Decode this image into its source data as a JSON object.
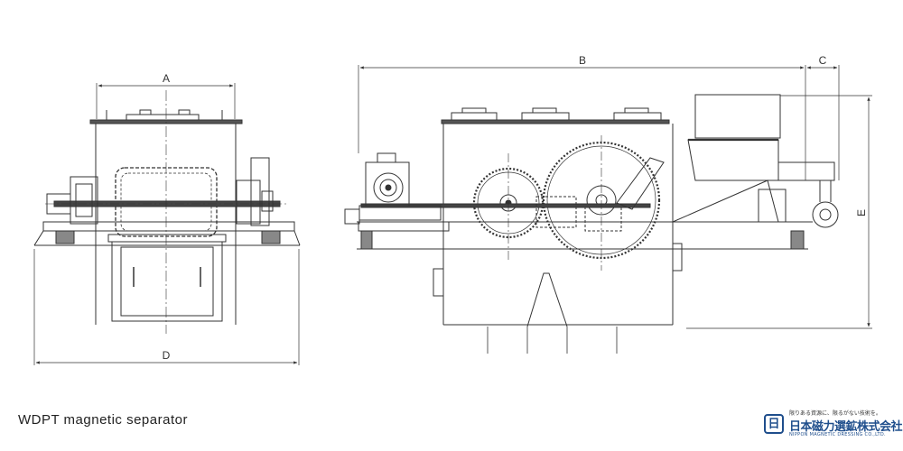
{
  "caption": "WDPT magnetic separator",
  "dimensions": {
    "a": "A",
    "b": "B",
    "c": "C",
    "d": "D",
    "e": "E"
  },
  "brand": {
    "slogan": "限りある資源に、限るがない技術を。",
    "name": "日本磁力選鉱株式会社",
    "english": "NIPPON MAGNETIC DRESSING CO.,LTD.",
    "mark": "日"
  }
}
